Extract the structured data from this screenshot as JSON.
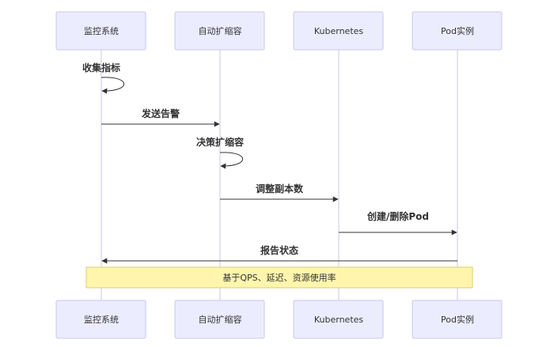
{
  "actors": [
    {
      "id": "monitor",
      "label": "监控系统"
    },
    {
      "id": "autoscaler",
      "label": "自动扩缩容"
    },
    {
      "id": "k8s",
      "label": "Kubernetes"
    },
    {
      "id": "pod",
      "label": "Pod实例"
    }
  ],
  "messages": [
    {
      "from": "monitor",
      "to": "monitor",
      "label": "收集指标"
    },
    {
      "from": "monitor",
      "to": "autoscaler",
      "label": "发送告警"
    },
    {
      "from": "autoscaler",
      "to": "autoscaler",
      "label": "决策扩缩容"
    },
    {
      "from": "autoscaler",
      "to": "k8s",
      "label": "调整副本数"
    },
    {
      "from": "k8s",
      "to": "pod",
      "label": "创建/删除Pod"
    },
    {
      "from": "pod",
      "to": "monitor",
      "label": "报告状态"
    }
  ],
  "note": {
    "label": "基于QPS、延迟、资源使用率"
  },
  "colors": {
    "actor_fill": "#ECECFF",
    "actor_border": "#C9C9F0",
    "note_fill": "#FFF5AD",
    "note_border": "#D8CF6A",
    "line": "#333333"
  }
}
